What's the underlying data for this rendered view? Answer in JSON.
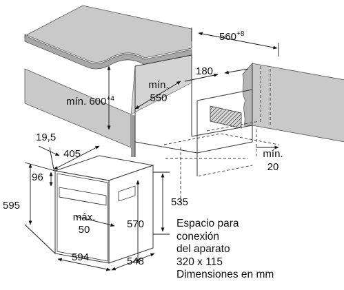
{
  "diagram": {
    "dimensions": {
      "niche_min_height_value": "mín. 600",
      "niche_min_height_sup": "+4",
      "niche_min_depth_1": "mín.",
      "niche_min_depth_2": "550",
      "niche_width_value": "560",
      "niche_width_sup": "+8",
      "niche_side_gap": "180",
      "niche_min_back_1": "mín.",
      "niche_min_back_2": "20",
      "oven_top_offset": "19,5",
      "oven_panel_depth": "405",
      "oven_panel_height": "96",
      "oven_front_height": "595",
      "oven_max_1": "máx.",
      "oven_max_2": "50",
      "oven_body_height": "570",
      "oven_side_height": "535",
      "oven_width": "594",
      "oven_depth": "548"
    },
    "note": {
      "line1": "Espacio para",
      "line2": "conexión",
      "line3": "del aparato",
      "line4": "320 x 115",
      "line5": "Dimensiones en mm"
    }
  }
}
